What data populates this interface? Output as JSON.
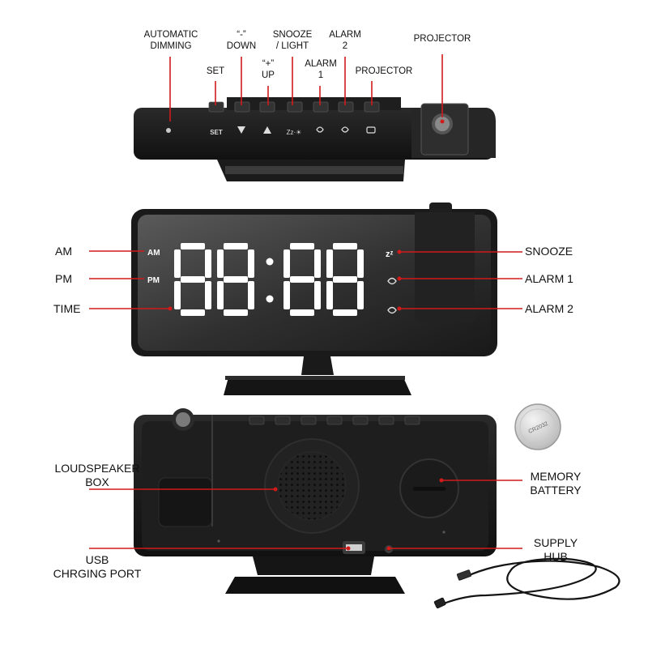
{
  "top_view": {
    "automatic_dimming": [
      "AUTOMATIC",
      "DIMMING"
    ],
    "down": [
      "“-”",
      "DOWN"
    ],
    "snooze_light": [
      "SNOOZE",
      "/ LIGHT"
    ],
    "alarm2": [
      "ALARM",
      "2"
    ],
    "projector_outer": "PROJECTOR",
    "set": "SET",
    "up": [
      "“+”",
      "UP"
    ],
    "alarm1": [
      "ALARM",
      "1"
    ],
    "projector_inner": "PROJECTOR",
    "button_set": "SET",
    "button_snooze": "Zz·☀"
  },
  "front_view": {
    "am": "AM",
    "pm": "PM",
    "time": "TIME",
    "snooze": "SNOOZE",
    "alarm1": "ALARM 1",
    "alarm2": "ALARM 2",
    "display_am": "AM",
    "display_pm": "PM",
    "display_digits": "88:88",
    "display_snooze": "zᶻ"
  },
  "back_view": {
    "loudspeaker": [
      "LOUDSPEAKER",
      "BOX"
    ],
    "usb": [
      "USB",
      "CHRGING PORT"
    ],
    "memory_battery": [
      "MEMORY",
      "BATTERY"
    ],
    "supply_hub": [
      "SUPPLY",
      "HUB"
    ],
    "coin_cell_text": "CR2032"
  },
  "colors": {
    "callout": "#d11a1a",
    "device_body": "#1c1c1c",
    "display_glass": "#3a3a3a",
    "digit": "#ffffff"
  }
}
